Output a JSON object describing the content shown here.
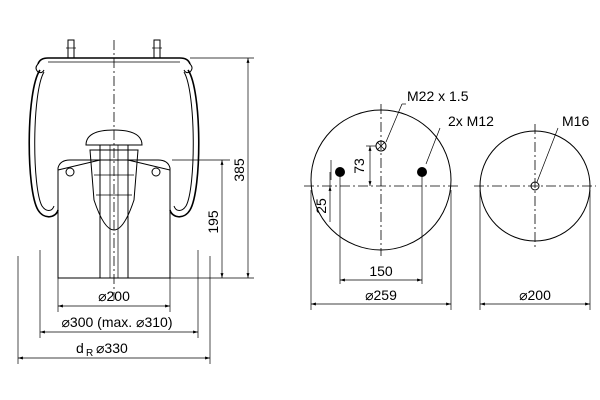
{
  "side_view": {
    "dim_height": "385",
    "dim_piston_height": "195",
    "dim_piston_dia": "⌀200",
    "dim_body_dia": "⌀300 (max. ⌀310)",
    "dim_dr_prefix": "d",
    "dim_dr_sub": "R",
    "dim_dr_value": "⌀330"
  },
  "top_plate_view": {
    "label_center_thread": "M22 x 1.5",
    "label_bolt_thread": "2x M12",
    "dim_offset_vertical": "73",
    "dim_offset_small": "25",
    "dim_bolt_spacing": "150",
    "dim_plate_dia": "⌀259"
  },
  "bottom_plate_view": {
    "label_thread": "M16",
    "dim_plate_dia": "⌀200"
  }
}
